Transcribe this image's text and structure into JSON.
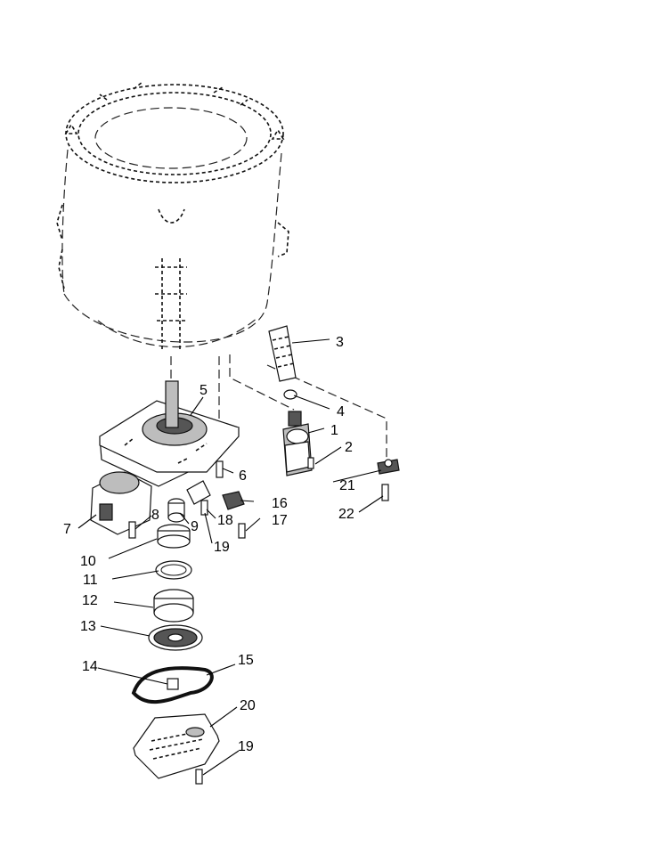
{
  "callouts": [
    "1",
    "2",
    "3",
    "4",
    "5",
    "6",
    "7",
    "8",
    "9",
    "10",
    "11",
    "12",
    "13",
    "14",
    "15",
    "16",
    "17",
    "18",
    "19",
    "19",
    "20",
    "21",
    "22"
  ]
}
